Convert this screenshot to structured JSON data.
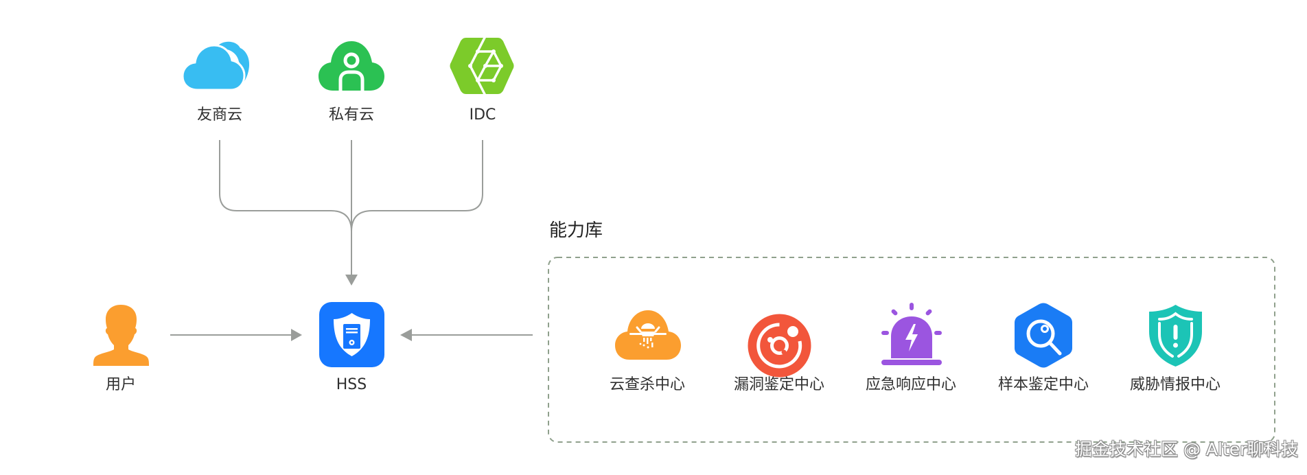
{
  "diagram": {
    "sources": [
      {
        "id": "friend-cloud",
        "label": "友商云",
        "icon": "cloud-icon",
        "color": "#38bdf2"
      },
      {
        "id": "private-cloud",
        "label": "私有云",
        "icon": "cloud-user-icon",
        "color": "#2bc153"
      },
      {
        "id": "idc",
        "label": "IDC",
        "icon": "hexagon-cube-icon",
        "color": "#7ccb2a"
      }
    ],
    "user": {
      "label": "用户",
      "icon": "user-icon",
      "color": "#fb9e2f"
    },
    "hss": {
      "label": "HSS",
      "icon": "shield-server-icon",
      "color": "#1677ff"
    },
    "capability_library": {
      "title": "能力库",
      "items": [
        {
          "label": "云查杀中心",
          "icon": "cloud-scan-icon",
          "color": "#fb9e2f"
        },
        {
          "label": "漏洞鉴定中心",
          "icon": "vulnerability-target-icon",
          "color": "#f2563b"
        },
        {
          "label": "应急响应中心",
          "icon": "alarm-siren-icon",
          "color": "#9b55e0"
        },
        {
          "label": "样本鉴定中心",
          "icon": "hexagon-search-icon",
          "color": "#1a7cf5"
        },
        {
          "label": "威胁情报中心",
          "icon": "shield-alert-icon",
          "color": "#1cc4b6"
        }
      ]
    },
    "edges": [
      {
        "from": "友商云",
        "to": "HSS"
      },
      {
        "from": "私有云",
        "to": "HSS"
      },
      {
        "from": "IDC",
        "to": "HSS"
      },
      {
        "from": "用户",
        "to": "HSS"
      },
      {
        "from": "能力库",
        "to": "HSS"
      }
    ],
    "colors": {
      "connector": "#999c99",
      "dashed_border": "#8fa08c"
    }
  },
  "watermark": "掘金技术社区 @ Alter聊科技"
}
